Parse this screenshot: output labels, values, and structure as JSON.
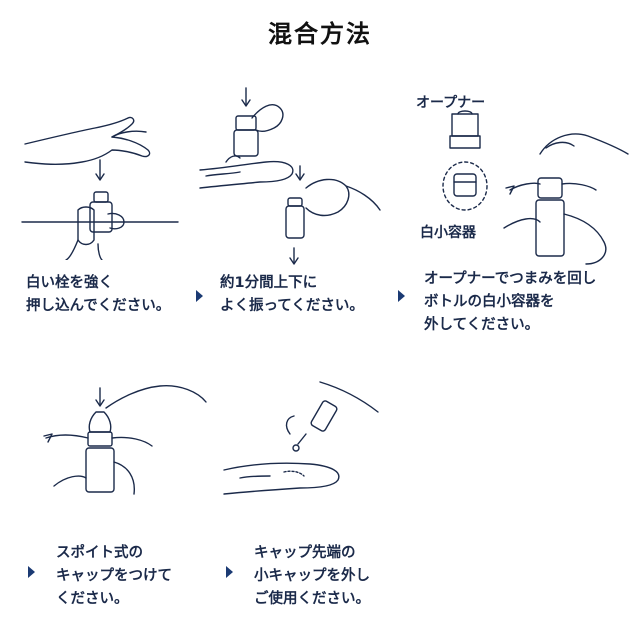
{
  "title": "混合方法",
  "steps": [
    {
      "lines": [
        "白い栓を強く",
        "押し込んでください。"
      ]
    },
    {
      "lines": [
        "約1分間上下に",
        "よく振ってください。"
      ]
    },
    {
      "lines": [
        "オープナーでつまみを回し",
        "ボトルの白小容器を",
        "外してください。"
      ]
    },
    {
      "lines": [
        "スポイト式の",
        "キャップをつけて",
        "ください。"
      ]
    },
    {
      "lines": [
        "キャップ先端の",
        "小キャップを外し",
        "ご使用ください。"
      ]
    }
  ],
  "labels": {
    "opener": "オープナー",
    "container": "白小容器"
  },
  "colors": {
    "ink": "#1b2a4a",
    "arrow": "#1b3a73"
  }
}
